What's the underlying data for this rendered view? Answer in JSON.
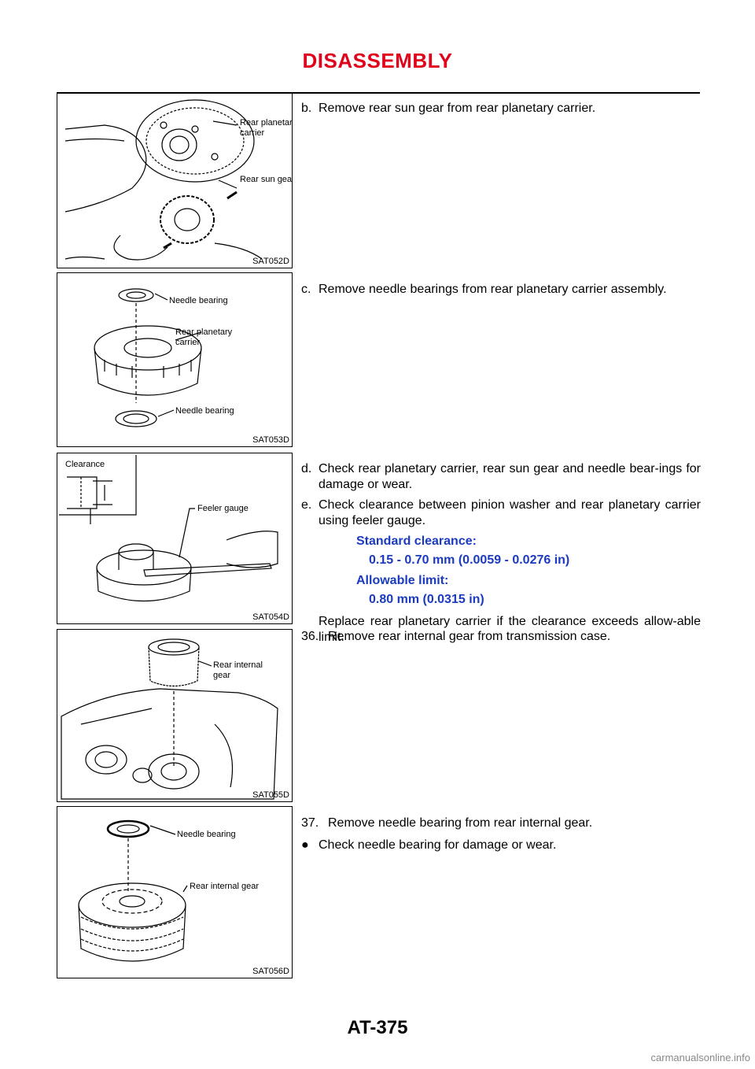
{
  "header": {
    "title": "DISASSEMBLY"
  },
  "figures": [
    {
      "code": "SAT052D",
      "labels": [
        "Rear planetary",
        "carrier",
        "Rear sun gear"
      ]
    },
    {
      "code": "SAT053D",
      "labels": [
        "Needle bearing",
        "Rear planetary",
        "carrier",
        "Needle bearing"
      ]
    },
    {
      "code": "SAT054D",
      "labels": [
        "Clearance",
        "Feeler gauge"
      ]
    },
    {
      "code": "SAT055D",
      "labels": [
        "Rear internal",
        "gear"
      ]
    },
    {
      "code": "SAT056D",
      "labels": [
        "Needle bearing",
        "Rear internal gear"
      ]
    }
  ],
  "steps": {
    "b": {
      "marker": "b.",
      "text": "Remove rear sun gear from rear planetary carrier."
    },
    "c": {
      "marker": "c.",
      "text": "Remove needle bearings from rear planetary carrier assembly."
    },
    "d": {
      "marker": "d.",
      "text": "Check rear planetary carrier, rear sun gear and needle bear-ings for damage or wear."
    },
    "e": {
      "marker": "e.",
      "text": "Check clearance between pinion washer and rear planetary carrier using feeler gauge."
    },
    "spec_standard_label": "Standard clearance:",
    "spec_standard_value": "0.15 - 0.70 mm (0.0059 - 0.0276 in)",
    "spec_allowable_label": "Allowable limit:",
    "spec_allowable_value": "0.80 mm (0.0315 in)",
    "replace_note": "Replace rear planetary carrier if the clearance exceeds allow-able limit.",
    "s36": {
      "marker": "36.",
      "text": "Remove rear internal gear from transmission case."
    },
    "s37": {
      "marker": "37.",
      "text": "Remove needle bearing from rear internal gear."
    },
    "bullet": {
      "marker": "●",
      "text": "Check needle bearing for damage or wear."
    }
  },
  "footer": {
    "page": "AT-375",
    "watermark": "carmanualsonline.info"
  },
  "colors": {
    "title": "#e0001b",
    "spec": "#1a3bbf"
  }
}
